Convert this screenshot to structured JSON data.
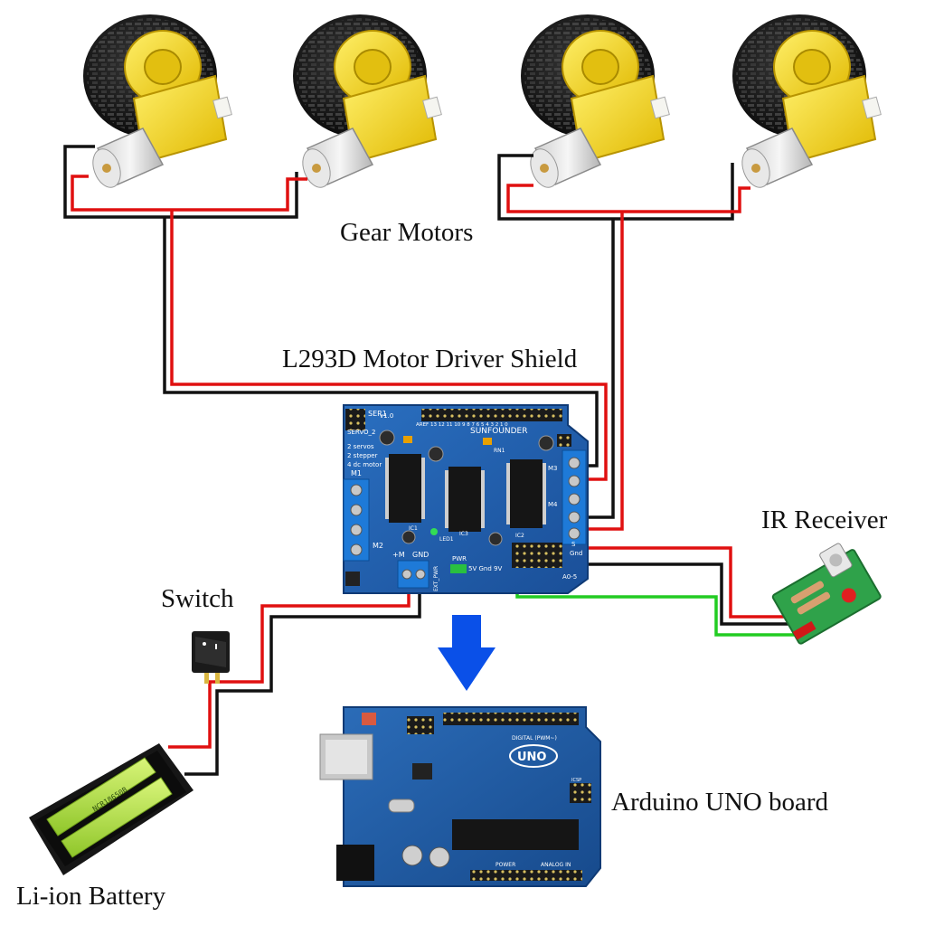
{
  "labels": {
    "gear_motors": "Gear Motors",
    "motor_shield": "L293D Motor Driver Shield",
    "ir_receiver": "IR Receiver",
    "switch": "Switch",
    "arduino": "Arduino UNO board",
    "battery": "Li-ion Battery"
  },
  "shield_silk": {
    "ser1": "SER1",
    "servo2": "SERVO_2",
    "servo_desc": "2 servos",
    "stepper_desc": "2 stepper",
    "dc_desc": "4 dc motor",
    "version": "v1.0",
    "brand": "SUNFOUNDER",
    "pin_row": "AREF 13 12 11 10 9 8 7 6 5 4 3 2 1 0",
    "m1": "M1",
    "m2": "M2",
    "m3": "M3",
    "m4": "M4",
    "plus_m": "+M",
    "gnd": "GND",
    "pwr": "PWR",
    "ext_pwr": "EXT_PWR",
    "rail": "5V Gnd 9V",
    "ic1": "IC1",
    "ic2": "IC2",
    "ic3": "IC3",
    "led1": "LED1",
    "gnd_pin": "Gnd",
    "s_pin": "S",
    "a05": "A0-5",
    "rn1": "RN1"
  },
  "uno_silk": {
    "logo": "UNO",
    "digital": "DIGITAL (PWM~)",
    "power": "POWER",
    "analog": "ANALOG IN",
    "icsp": "ICSP"
  },
  "battery_print": {
    "cell_text": "NCR18650B"
  },
  "colors": {
    "wire_red": "#e01010",
    "wire_black": "#111111",
    "wire_green": "#22cc22",
    "pcb_blue": "#1f5fb0",
    "arrow_blue": "#0a50e8",
    "motor_yellow": "#f2d40c",
    "battery_green": "#b9e84a"
  }
}
